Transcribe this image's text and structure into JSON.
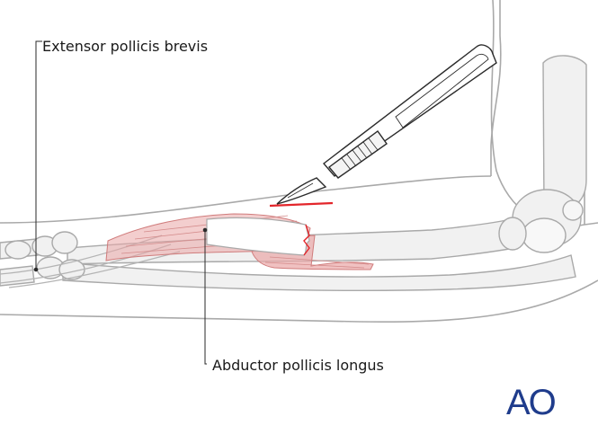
{
  "labels": {
    "extensor_pollicis_brevis": "Extensor pollicis brevis",
    "abductor_pollicis_longus": "Abductor pollicis longus"
  },
  "logo": {
    "text": "AO"
  },
  "colors": {
    "outline": "#a9a9a9",
    "bone_fill": "#f1f1f1",
    "muscle": "#e9a6a6",
    "muscle_stroke": "#d07c7c",
    "incision": "#e3262b",
    "logo_blue": "#1f3c8c",
    "leader": "#2a2a2a"
  }
}
